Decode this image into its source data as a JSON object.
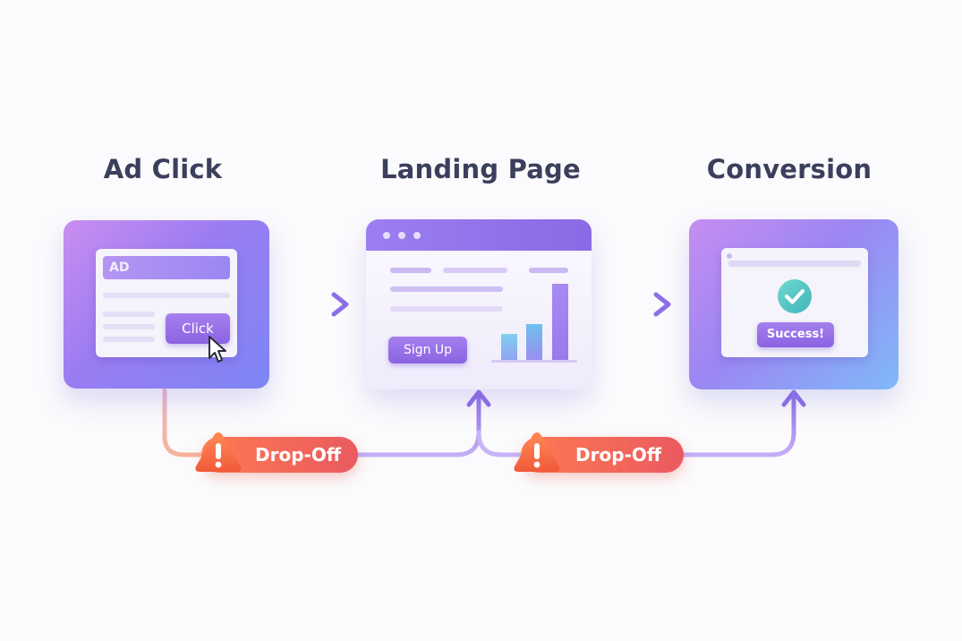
{
  "stages": [
    {
      "title": "Ad Click"
    },
    {
      "title": "Landing Page"
    },
    {
      "title": "Conversion"
    }
  ],
  "ad_card": {
    "ad_label": "AD",
    "button_label": "Click"
  },
  "landing_card": {
    "button_label": "Sign Up"
  },
  "conversion_card": {
    "button_label": "Success!"
  },
  "dropoffs": [
    {
      "label": "Drop-Off"
    },
    {
      "label": "Drop-Off"
    }
  ],
  "colors": {
    "accent_purple": "#8a63e2",
    "dropoff_orange": "#ff6f4f",
    "check_teal": "#4cc7c4",
    "title_text": "#3b3f5c"
  },
  "icons": [
    "warning-icon",
    "cursor-icon",
    "check-icon",
    "arrow-right-icon",
    "window-dots-icon"
  ]
}
